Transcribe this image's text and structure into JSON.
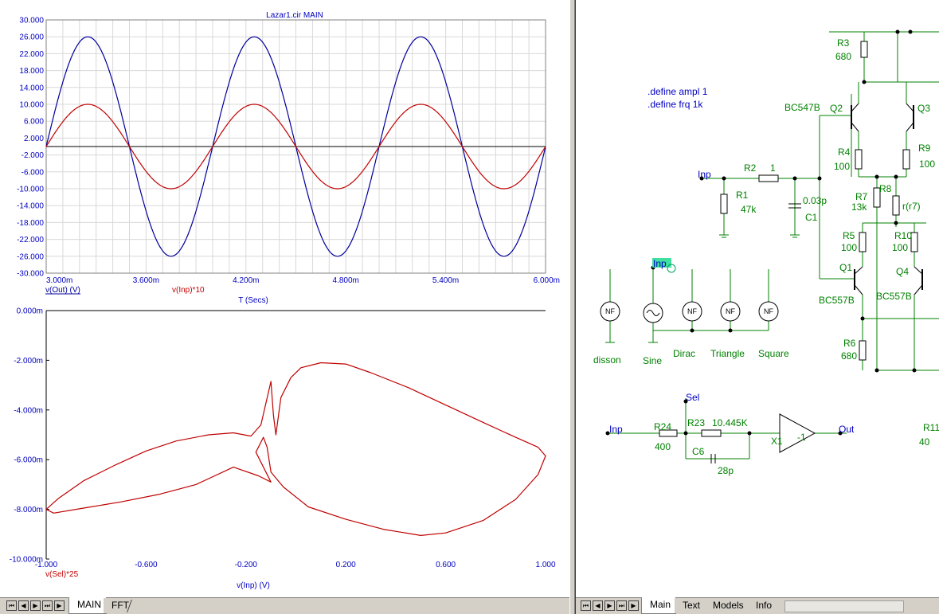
{
  "window": {
    "title": "Lazar1.cir MAIN"
  },
  "plot_top": {
    "title": "Lazar1.cir MAIN",
    "xlabel": "T (Secs)",
    "x_tick_labels": [
      "3.000m",
      "3.600m",
      "4.200m",
      "4.800m",
      "5.400m",
      "6.000m"
    ],
    "y_tick_labels": [
      "30.000",
      "26.000",
      "22.000",
      "18.000",
      "14.000",
      "10.000",
      "6.000",
      "2.000",
      "-2.000",
      "-6.000",
      "-10.000",
      "-14.000",
      "-18.000",
      "-22.000",
      "-26.000",
      "-30.000"
    ],
    "legend": [
      {
        "label": "v(Out) (V)",
        "color": "#00009c"
      },
      {
        "label": "v(Inp)*10",
        "color": "#c00000"
      }
    ]
  },
  "plot_bottom": {
    "xlabel": "v(Inp) (V)",
    "x_tick_labels": [
      "-1.000",
      "-0.600",
      "-0.200",
      "0.200",
      "0.600",
      "1.000"
    ],
    "y_tick_labels": [
      "0.000m",
      "-2.000m",
      "-4.000m",
      "-6.000m",
      "-8.000m",
      "-10.000m"
    ],
    "legend": [
      {
        "label": "v(Sel)*25",
        "color": "#c00000"
      }
    ]
  },
  "chart_data": [
    {
      "type": "line",
      "title": "Lazar1.cir MAIN",
      "xlabel": "T (Secs)",
      "ylabel": "",
      "xlim": [
        3.0,
        6.0
      ],
      "ylim": [
        -30,
        30
      ],
      "x_unit": "ms",
      "grid": true,
      "series": [
        {
          "name": "v(Out) (V)",
          "color": "#00009c",
          "x": [
            3.0,
            3.125,
            3.25,
            3.375,
            3.5,
            3.625,
            3.75,
            3.875,
            4.0,
            4.125,
            4.25,
            4.375,
            4.5,
            4.625,
            4.75,
            4.875,
            5.0,
            5.125,
            5.25,
            5.375,
            5.5,
            5.625,
            5.75,
            5.875,
            6.0
          ],
          "y": [
            0,
            18.4,
            26,
            18.4,
            0,
            -18.4,
            -26,
            -18.4,
            0,
            18.4,
            26,
            18.4,
            0,
            -18.4,
            -26,
            -18.4,
            0,
            18.4,
            26,
            18.4,
            0,
            -18.4,
            -26,
            -18.4,
            0
          ]
        },
        {
          "name": "v(Inp)*10",
          "color": "#c00000",
          "x": [
            3.0,
            3.125,
            3.25,
            3.375,
            3.5,
            3.625,
            3.75,
            3.875,
            4.0,
            4.125,
            4.25,
            4.375,
            4.5,
            4.625,
            4.75,
            4.875,
            5.0,
            5.125,
            5.25,
            5.375,
            5.5,
            5.625,
            5.75,
            5.875,
            6.0
          ],
          "y": [
            0,
            7.07,
            10,
            7.07,
            0,
            -7.07,
            -10,
            -7.07,
            0,
            7.07,
            10,
            7.07,
            0,
            -7.07,
            -10,
            -7.07,
            0,
            7.07,
            10,
            7.07,
            0,
            -7.07,
            -10,
            -7.07,
            0
          ]
        }
      ]
    },
    {
      "type": "line",
      "xlabel": "v(Inp) (V)",
      "ylabel": "",
      "xlim": [
        -1.0,
        1.0
      ],
      "ylim": [
        -10.0,
        0.0
      ],
      "y_unit": "m",
      "grid": false,
      "series": [
        {
          "name": "v(Sel)*25",
          "color": "#c00000",
          "points": [
            [
              -1.0,
              -8.0
            ],
            [
              -0.95,
              -7.55
            ],
            [
              -0.85,
              -6.85
            ],
            [
              -0.72,
              -6.2
            ],
            [
              -0.6,
              -5.65
            ],
            [
              -0.48,
              -5.25
            ],
            [
              -0.35,
              -5.0
            ],
            [
              -0.25,
              -4.92
            ],
            [
              -0.18,
              -5.05
            ],
            [
              -0.14,
              -4.6
            ],
            [
              -0.1,
              -2.85
            ],
            [
              -0.09,
              -4.2
            ],
            [
              -0.08,
              -5.0
            ],
            [
              -0.06,
              -3.5
            ],
            [
              -0.02,
              -2.7
            ],
            [
              0.02,
              -2.3
            ],
            [
              0.1,
              -2.1
            ],
            [
              0.2,
              -2.15
            ],
            [
              0.3,
              -2.5
            ],
            [
              0.45,
              -3.1
            ],
            [
              0.6,
              -3.8
            ],
            [
              0.75,
              -4.5
            ],
            [
              0.88,
              -5.1
            ],
            [
              0.97,
              -5.5
            ],
            [
              1.0,
              -5.85
            ],
            [
              0.97,
              -6.6
            ],
            [
              0.88,
              -7.6
            ],
            [
              0.75,
              -8.45
            ],
            [
              0.6,
              -8.95
            ],
            [
              0.5,
              -9.05
            ],
            [
              0.35,
              -8.8
            ],
            [
              0.2,
              -8.4
            ],
            [
              0.05,
              -7.9
            ],
            [
              -0.05,
              -7.1
            ],
            [
              -0.1,
              -6.5
            ],
            [
              -0.115,
              -5.5
            ],
            [
              -0.13,
              -5.1
            ],
            [
              -0.16,
              -5.7
            ],
            [
              -0.1,
              -6.9
            ],
            [
              -0.15,
              -6.65
            ],
            [
              -0.25,
              -6.3
            ],
            [
              -0.4,
              -7.0
            ],
            [
              -0.55,
              -7.4
            ],
            [
              -0.7,
              -7.7
            ],
            [
              -0.85,
              -7.95
            ],
            [
              -0.97,
              -8.15
            ],
            [
              -1.0,
              -8.0
            ]
          ]
        }
      ]
    }
  ],
  "schematic": {
    "defines": [
      ".define ampl 1",
      ".define frq 1k"
    ],
    "labels": {
      "r3": "R3",
      "r3v": "680",
      "bc547b": "BC547B",
      "q2": "Q2",
      "q3": "Q3",
      "r4": "R4",
      "r4v": "100",
      "r9": "R9",
      "r9v": "100",
      "inp1": "Inp",
      "r2": "R2",
      "r2v": "1",
      "r1": "R1",
      "r1v": "47k",
      "c1v": "0.03p",
      "c1": "C1",
      "r7": "R7",
      "r7v": "13k",
      "r8": "R8",
      "rr7": "r(r7)",
      "r5": "R5",
      "r5v": "100",
      "r10": "R10",
      "r10v": "100",
      "inp2": "Inp",
      "q1": "Q1",
      "q4": "Q4",
      "bc557b1": "BC557B",
      "bc557b2": "BC557B",
      "r6": "R6",
      "r6v": "680",
      "nf": "NF",
      "dissonance": "disson",
      "sine": "Sine",
      "dirac": "Dirac",
      "triangle": "Triangle",
      "square": "Square",
      "sel": "Sel",
      "inp3": "Inp",
      "r24": "R24",
      "r24v": "400",
      "r23": "R23",
      "r23v": "10.445K",
      "x1": "X1",
      "gain": "-1",
      "out": "Out",
      "c6": "C6",
      "c6v": "28p",
      "r11": "R11",
      "r11v": "40"
    }
  },
  "tabs_left": [
    {
      "label": "MAIN",
      "active": true
    },
    {
      "label": "FFT",
      "active": false
    }
  ],
  "tabs_right": [
    {
      "label": "Main",
      "active": true
    },
    {
      "label": "Text",
      "active": false
    },
    {
      "label": "Models",
      "active": false
    },
    {
      "label": "Info",
      "active": false
    }
  ],
  "nav_glyphs": [
    "◀",
    "⏮",
    "◀",
    "▶",
    "⏭"
  ],
  "colors": {
    "axis_text": "#0000c0",
    "schem_green": "#008000",
    "wire": "#008000"
  }
}
